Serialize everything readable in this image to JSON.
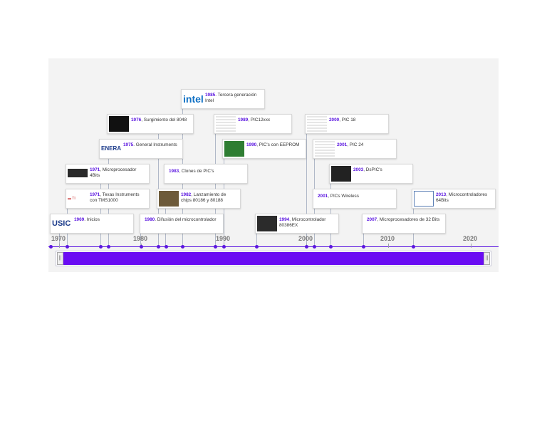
{
  "timeline": {
    "colors": {
      "accent": "#5b16e0",
      "range": "#6a0cf3",
      "card_border": "#d8d8d8",
      "background": "#f3f3f3"
    },
    "axis_ticks": [
      "1970",
      "1980",
      "1990",
      "2000",
      "2010",
      "2020"
    ],
    "events": [
      {
        "year": "1969",
        "text": ". Inicios",
        "icon": "usic-logo"
      },
      {
        "year": "1971",
        "text": ", Texas Instruments con TMS1000",
        "icon": "texas-instruments-logo"
      },
      {
        "year": "1971",
        "text": ", Microprocesador 4Bits",
        "icon": "chip-image"
      },
      {
        "year": "1975",
        "text": ". General Instruments",
        "icon": "general-instruments-logo"
      },
      {
        "year": "1976",
        "text": ", Surgimiento del 8048",
        "icon": "screen-image"
      },
      {
        "year": "1980",
        "text": ". Difusión del microcontrolador",
        "icon": ""
      },
      {
        "year": "1982",
        "text": ", Lanzamiento de chips 80186 y 80188",
        "icon": "chip-image"
      },
      {
        "year": "1983",
        "text": ", Clones de PIC's",
        "icon": ""
      },
      {
        "year": "1985",
        "text": ". Tercera generación Intel",
        "icon": "intel-logo"
      },
      {
        "year": "1989",
        "text": ", PIC12xxx",
        "icon": "datasheet-image"
      },
      {
        "year": "1990",
        "text": ", PIC's con EEPROM",
        "icon": "board-image"
      },
      {
        "year": "1994",
        "text": ", Microcontrolador 80386EX",
        "icon": "chip-image"
      },
      {
        "year": "2000",
        "text": ", PIC 18",
        "icon": "datasheet-image"
      },
      {
        "year": "2001",
        "text": ", PIC 24",
        "icon": "datasheet-image"
      },
      {
        "year": "2001",
        "text": ", PICs Wireless",
        "icon": ""
      },
      {
        "year": "2003",
        "text": ", DsPIC's",
        "icon": "chip-image"
      },
      {
        "year": "2007",
        "text": ", Microprocesadores de 32 Bits",
        "icon": ""
      },
      {
        "year": "2013",
        "text": ", Microcontroladores 64Bits",
        "icon": "board-image"
      }
    ]
  }
}
